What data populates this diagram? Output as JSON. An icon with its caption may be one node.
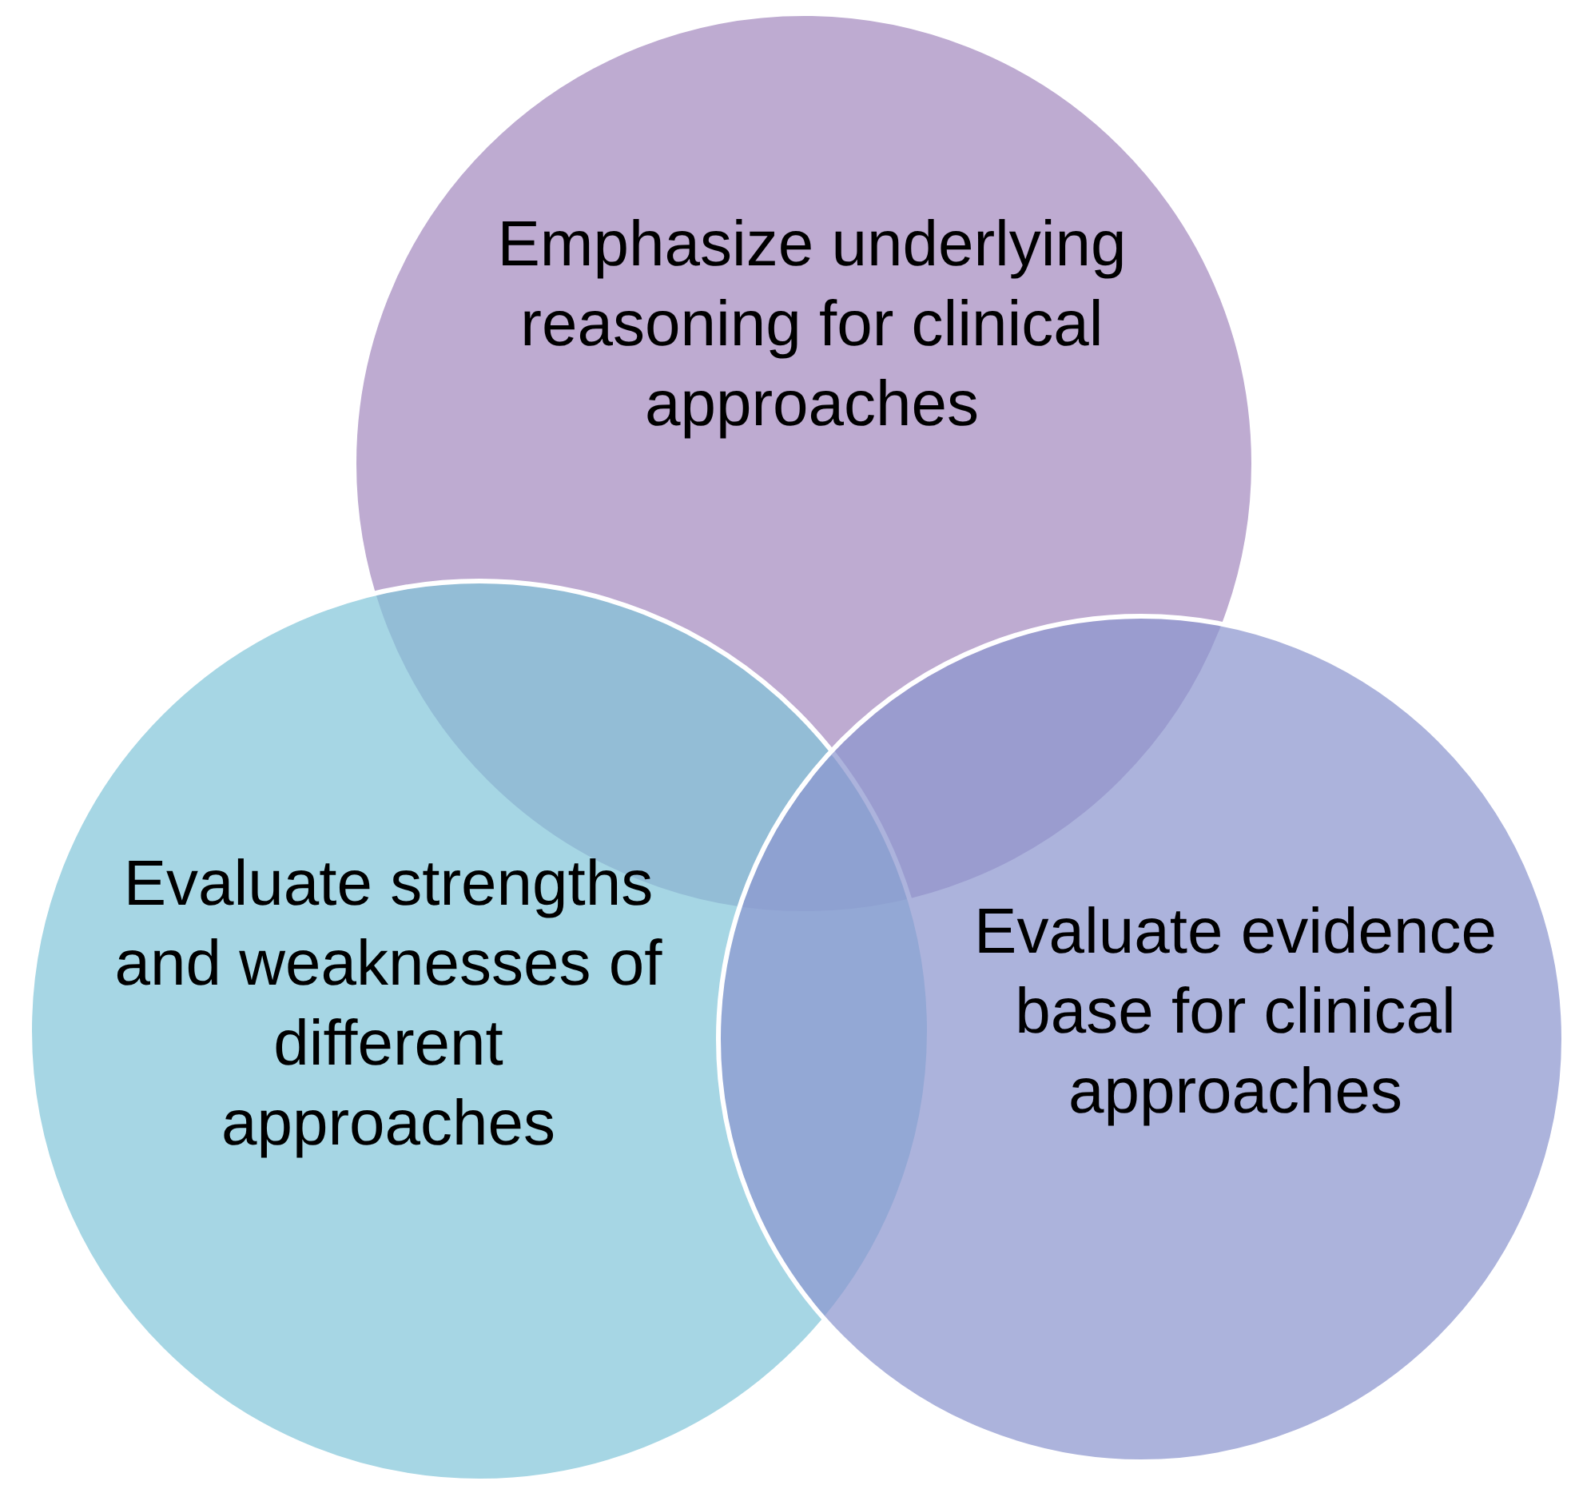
{
  "diagram": {
    "nodes": [
      {
        "text": [
          "Emphasize underlying reasoning for clinical approaches"
        ]
      },
      {
        "text": [
          "Evaluate strengths and weaknesses of different approaches"
        ]
      },
      {
        "text": [
          "Evaluate evidence base for clinical approaches"
        ]
      }
    ]
  }
}
